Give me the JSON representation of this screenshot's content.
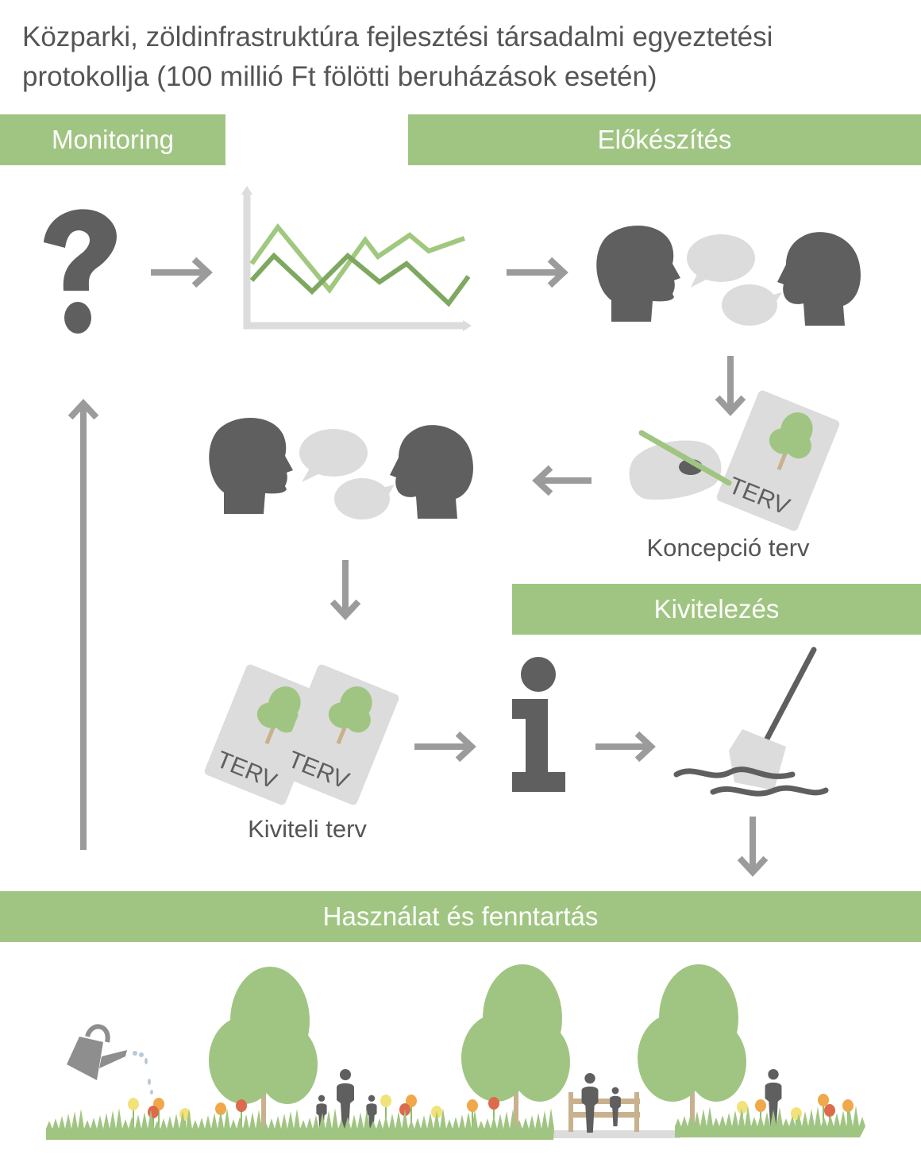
{
  "title": "Közparki, zöldinfrastruktúra fejlesztési társadalmi egyeztetési protokollja (100 millió Ft fölötti beruházások esetén)",
  "stages": {
    "monitoring": "Monitoring",
    "preparation": "Előkészítés",
    "implementation": "Kivitelezés",
    "use_maintenance": "Használat és fenntartás"
  },
  "labels": {
    "concept_plan": "Koncepció terv",
    "execution_plan": "Kiviteli terv"
  },
  "plan_card_label": "TERV",
  "colors": {
    "banner": "#a0c582",
    "icon_dark": "#5f5f5f",
    "arrow": "#9b9b9b",
    "light_gray": "#dcdcdc",
    "line_light_green": "#a0c87e",
    "line_dark_green": "#7ea860",
    "trunk": "#c9b08e"
  }
}
